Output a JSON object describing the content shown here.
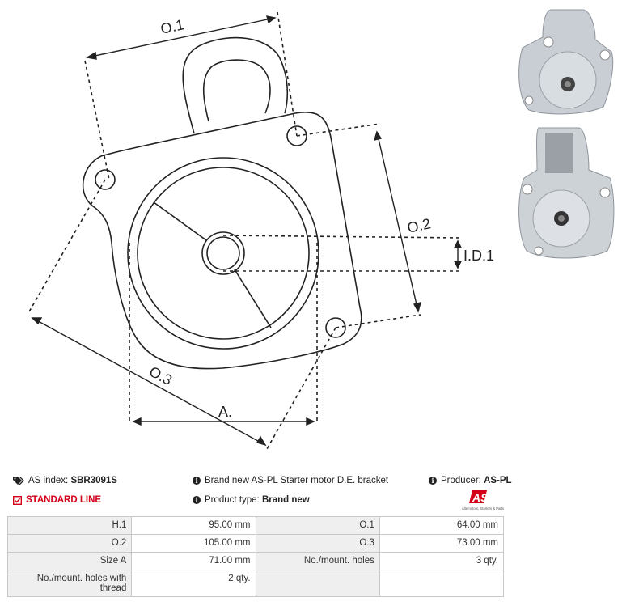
{
  "drawing": {
    "labels": {
      "o1": "O.1",
      "o2": "O.2",
      "o3": "O.3",
      "id1": "I.D.1",
      "a": "A."
    }
  },
  "info": {
    "as_index_label": "AS index:",
    "as_index_value": "SBR3091S",
    "description": "Brand new AS-PL Starter motor D.E. bracket",
    "producer_label": "Producer:",
    "producer_value": "AS-PL",
    "standard_line": "STANDARD LINE",
    "product_type_label": "Product type:",
    "product_type_value": "Brand new"
  },
  "logo": {
    "text": "AS",
    "tagline": "Alternators, Starters & Parts",
    "color": "#d4001a"
  },
  "icons": {
    "tags": "tags-icon",
    "info": "info-circle-icon",
    "check": "check-square-icon"
  },
  "specs": [
    [
      {
        "label": "H.1",
        "value": "95.00 mm"
      },
      {
        "label": "O.1",
        "value": "64.00 mm"
      }
    ],
    [
      {
        "label": "O.2",
        "value": "105.00 mm"
      },
      {
        "label": "O.3",
        "value": "73.00 mm"
      }
    ],
    [
      {
        "label": "Size A",
        "value": "71.00 mm"
      },
      {
        "label": "No./mount. holes",
        "value": "3 qty."
      }
    ],
    [
      {
        "label": "No./mount. holes with thread",
        "value": "2 qty."
      },
      {
        "label": "",
        "value": ""
      }
    ]
  ]
}
